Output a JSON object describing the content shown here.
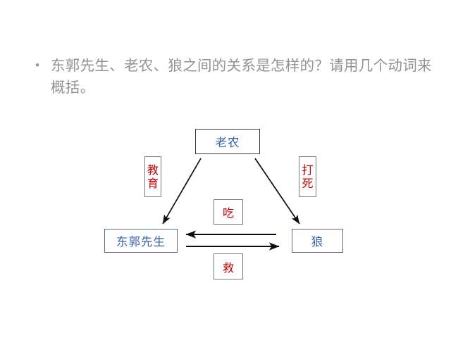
{
  "slide": {
    "background_color": "#ffffff",
    "bullet": {
      "marker": "•",
      "text": "东郭先生、老农、狼之间的关系是怎样的？请用几个动词来概括。"
    }
  },
  "diagram": {
    "type": "relationship-triangle",
    "node_text_color": "#3a62a8",
    "label_text_color": "#c00000",
    "nodes": [
      {
        "id": "laonong",
        "label": "老农"
      },
      {
        "id": "dongguo",
        "label": "东郭先生"
      },
      {
        "id": "lang",
        "label": "狼"
      }
    ],
    "edge_labels": [
      {
        "id": "jiaoyu",
        "label": "教育",
        "chars": [
          "教",
          "育"
        ],
        "orientation": "vertical",
        "from": "老农",
        "to": "东郭先生"
      },
      {
        "id": "dasi",
        "label": "打死",
        "chars": [
          "打",
          "死"
        ],
        "orientation": "vertical",
        "from": "老农",
        "to": "狼"
      },
      {
        "id": "chi",
        "label": "吃",
        "chars": [
          "吃"
        ],
        "orientation": "horizontal",
        "from": "狼",
        "to": "东郭先生"
      },
      {
        "id": "jiu",
        "label": "救",
        "chars": [
          "救"
        ],
        "orientation": "horizontal",
        "from": "东郭先生",
        "to": "狼"
      }
    ],
    "arrows": [
      {
        "id": "arrow-laonong-dongguo",
        "from": "老农",
        "to": "东郭先生",
        "direction": "down-left"
      },
      {
        "id": "arrow-laonong-lang",
        "from": "老农",
        "to": "狼",
        "direction": "down-right"
      },
      {
        "id": "arrow-lang-dongguo",
        "from": "狼",
        "to": "东郭先生",
        "direction": "left"
      },
      {
        "id": "arrow-dongguo-lang",
        "from": "东郭先生",
        "to": "狼",
        "direction": "right"
      }
    ]
  }
}
